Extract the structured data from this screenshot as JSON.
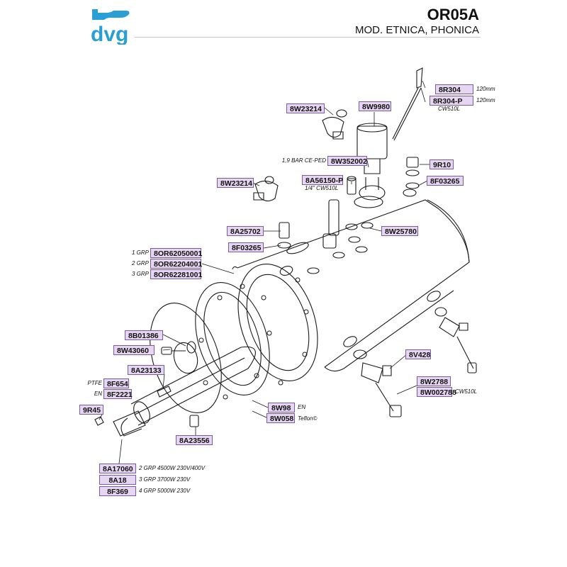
{
  "header": {
    "brand": "dvg",
    "model": "OR05A",
    "subtitle": "MOD. ETNICA, PHONICA",
    "brand_color": "#2a9fd6"
  },
  "tag_style": {
    "fill": "#e6d6f0",
    "border": "#7a5aa0"
  },
  "parts": {
    "p8R304": "8R304",
    "p8R304_note": "120mm",
    "p8R304P": "8R304-P",
    "p8R304P_note": "120mm",
    "p8R304P_note2": "CW510L",
    "p8W23214a": "8W23214",
    "p8W9980": "8W9980",
    "p8W352002": "8W352002",
    "p8W352002_note": "1,9 BAR CE-PED",
    "p9R10": "9R10",
    "p8W23214b": "8W23214",
    "p8A56150P": "8A56150-P",
    "p8A56150P_note": "1/4\" CW510L",
    "p8F03265a": "8F03265",
    "p8A25702": "8A25702",
    "p8W25780": "8W25780",
    "p8F03265b": "8F03265",
    "p8OR62050001": "8OR62050001",
    "p8OR62050001_note": "1 GRP",
    "p8OR62204001": "8OR62204001",
    "p8OR62204001_note": "2 GRP",
    "p8OR62281001": "8OR62281001",
    "p8OR62281001_note": "3 GRP",
    "p8B01386": "8B01386",
    "p8W43060": "8W43060",
    "p8V428": "8V428",
    "p8A23133": "8A23133",
    "p8F654": "8F654",
    "p8F654_note": "PTFE",
    "p8F2221": "8F2221",
    "p8F2221_note": "EN",
    "p8W2788": "8W2788",
    "p8W002788": "8W002788",
    "p8W002788_note": "CW510L",
    "p9R45": "9R45",
    "p8W98": "8W98",
    "p8W98_note": "EN",
    "p8W058": "8W058",
    "p8W058_note": "Teflon©",
    "p8A23556": "8A23556",
    "p8A17060": "8A17060",
    "p8A17060_note": "2 GRP 4500W  230V/400V",
    "p8A18": "8A18",
    "p8A18_note": "3 GRP 3700W  230V",
    "p8F369": "8F369",
    "p8F369_note": "4 GRP 5000W  230V"
  }
}
